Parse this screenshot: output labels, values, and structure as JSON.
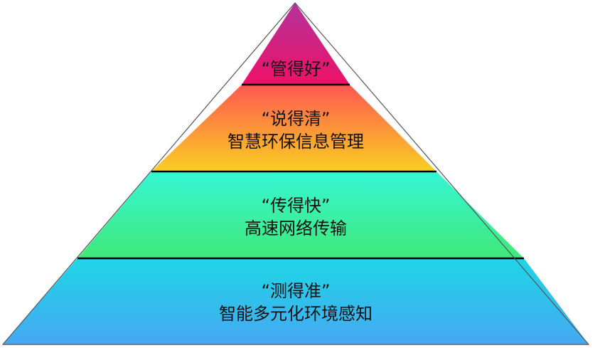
{
  "diagram": {
    "type": "pyramid",
    "layers": [
      {
        "id": "top",
        "title": "“管得好”",
        "subtitle": "",
        "gradient": [
          "#b4329c",
          "#ee1166"
        ]
      },
      {
        "id": "second",
        "title": "“说得清”",
        "subtitle": "智慧环保信息管理",
        "gradient": [
          "#ff5852",
          "#f9cf22"
        ]
      },
      {
        "id": "third",
        "title": "“传得快”",
        "subtitle": "高速网络传输",
        "gradient": [
          "#35f7d6",
          "#40e878"
        ]
      },
      {
        "id": "bottom",
        "title": "“测得准”",
        "subtitle": "智能多元化环境感知",
        "gradient": [
          "#1ed6e6",
          "#46a8f2"
        ]
      }
    ]
  }
}
